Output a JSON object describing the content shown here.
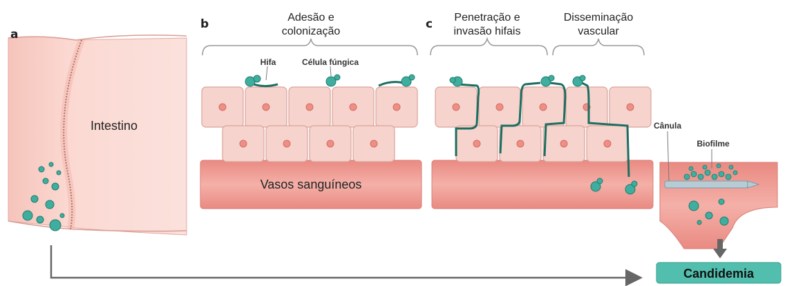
{
  "panels": {
    "a": "a",
    "b": "b",
    "c": "c"
  },
  "labels": {
    "intestine": "Intestino",
    "blood_vessels": "Vasos sanguíneos",
    "adhesion": [
      "Adesão e",
      "colonização"
    ],
    "penetration": [
      "Penetração e",
      "invasão hifais"
    ],
    "dissemination": [
      "Disseminação",
      "vascular"
    ],
    "hypha": "Hifa",
    "fungal_cell": "Célula fúngica",
    "cannula": "Cânula",
    "biofilm": "Biofilme",
    "outcome": "Candidemia"
  },
  "colors": {
    "tissue": "#f7c9c1",
    "vessel": "#ee9b93",
    "cell": "#f6d2cc",
    "nucleus": "#ee8f85",
    "fungus": "#3fae9e",
    "hypha": "#1b6e60",
    "outcome_box": "#52bfae",
    "arrow": "#666666"
  }
}
